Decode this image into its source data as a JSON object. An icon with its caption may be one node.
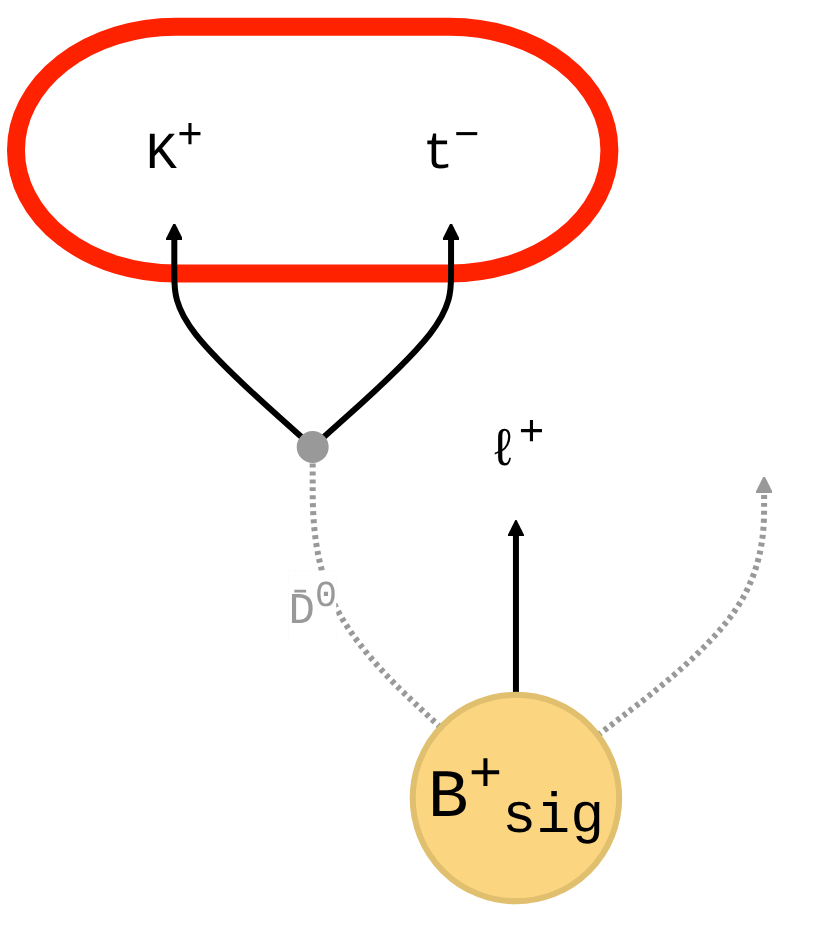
{
  "diagram": {
    "nodes": [
      {
        "text": [],
        "shape": "ellipse"
      },
      {
        "text": [
          "K$^{+}$"
        ],
        "in": 0
      },
      {
        "text": [
          "t$^{−}$"
        ],
        "in": 0
      },
      {
        "text": [],
        "shape": "circle"
      },
      {
        "text": [
          "B$^{+}$$_{sig}$"
        ]
      },
      {
        "text": [
          "ℓ$^{+}$"
        ]
      }
    ],
    "edges": [
      {
        "from": 3,
        "to": 1,
        "arrow": "to"
      },
      {
        "from": 3,
        "to": 2,
        "arrow": "to"
      },
      {
        "from": 4,
        "to": 3,
        "arrow": "none",
        "style": "dashed",
        "color": "#999999",
        "label": "D̄$^{0}$"
      },
      {
        "from": 4,
        "to": null,
        "arrow": "to",
        "style": "dashed",
        "color": "#999999"
      },
      {
        "from": 4,
        "to": 5,
        "arrow": "to"
      }
    ]
  }
}
